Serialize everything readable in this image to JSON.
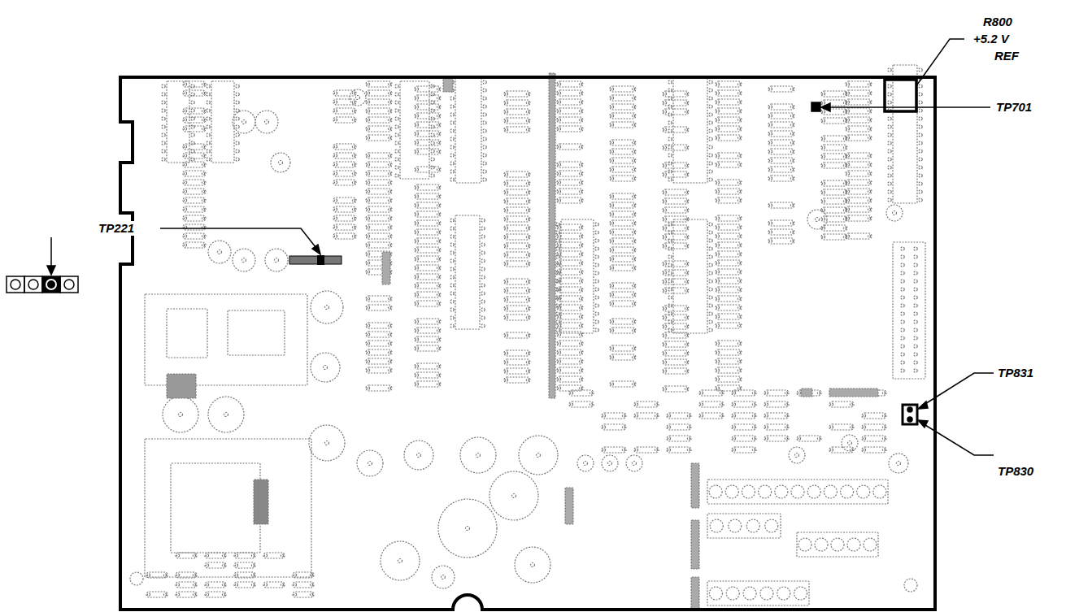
{
  "diagram": {
    "labels": [
      "R800",
      "+5.2 V",
      "REF",
      "TP701",
      "TP221",
      "TP831",
      "TP830"
    ]
  }
}
